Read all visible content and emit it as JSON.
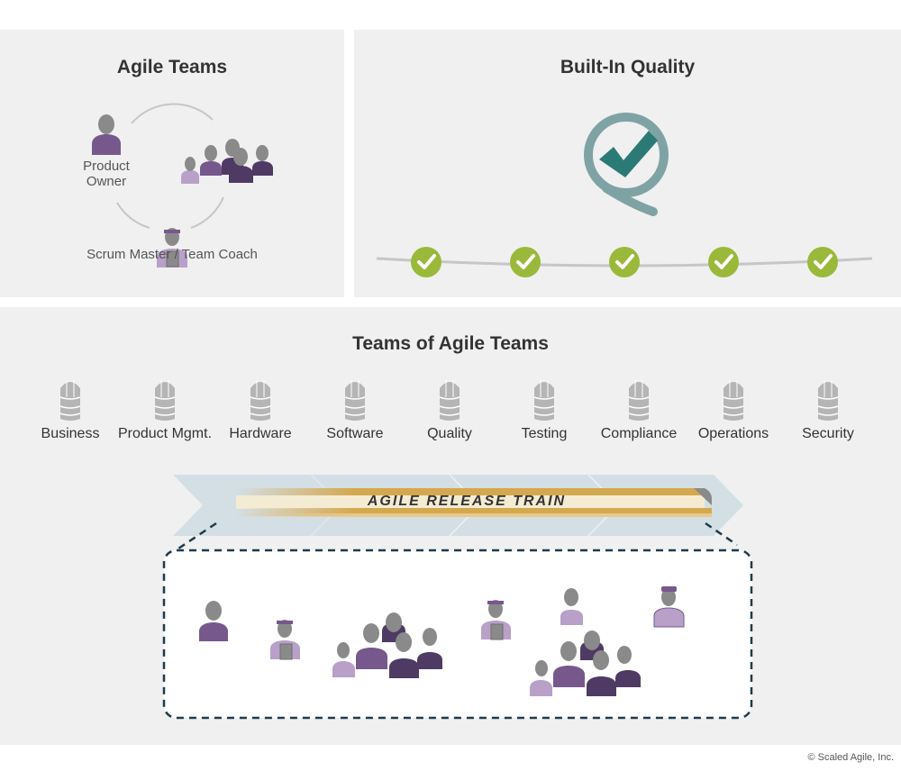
{
  "agile_teams": {
    "title": "Agile Teams",
    "product_owner_label": "Product\nOwner",
    "scrum_master_label": "Scrum Master / Team Coach"
  },
  "built_in_quality": {
    "title": "Built-In Quality",
    "checkpoint_count": 5
  },
  "teams_of_teams": {
    "title": "Teams of Agile Teams",
    "domains": [
      "Business",
      "Product Mgmt.",
      "Hardware",
      "Software",
      "Quality",
      "Testing",
      "Compliance",
      "Operations",
      "Security"
    ],
    "train_label": "AGILE RELEASE TRAIN"
  },
  "copyright": "© Scaled Agile, Inc.",
  "colors": {
    "panel": "#f0f0f0",
    "purple_dark": "#4f3a64",
    "purple_mid": "#76588d",
    "purple_light": "#b8a0c9",
    "gray_head": "#8a8a8a",
    "teal": "#7fa3a4",
    "teal_dark": "#2c7a76",
    "green_check": "#9ab93a",
    "chevron": "#d3dfe4",
    "dash": "#1f3b4d"
  }
}
